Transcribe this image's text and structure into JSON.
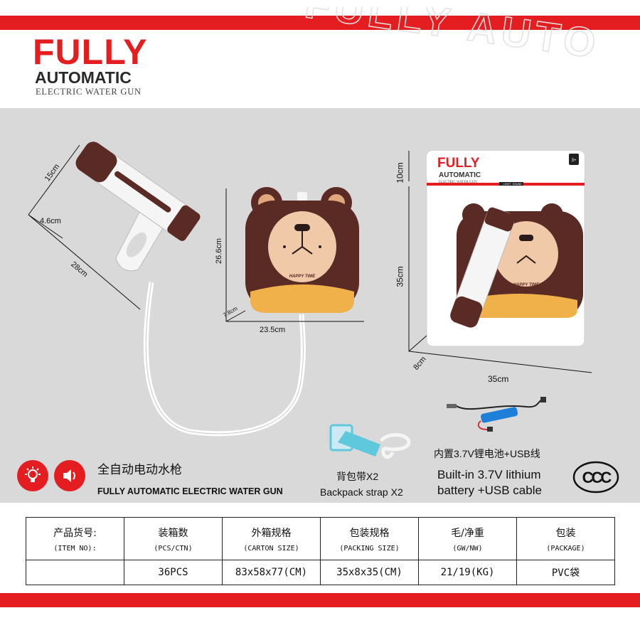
{
  "brand": {
    "line1": "FULLY",
    "line2": "AUTOMATIC",
    "line3": "ELECTRIC WATER GUN",
    "watermark": "FULLY AUTOMATIC"
  },
  "colors": {
    "accent": "#e41e20",
    "stage": "#d9d9d9",
    "bear_brown": "#5a2a24",
    "bear_face": "#f0c9a8",
    "strap_blue": "#5fc8dd"
  },
  "gun_dimensions": {
    "height": "15cm",
    "width": "4.6cm",
    "length": "28cm"
  },
  "backpack_dimensions": {
    "height": "26.6cm",
    "depth": "7.8cm",
    "width": "23.5cm"
  },
  "bear_caption": "HAPPY TIME",
  "package": {
    "card_line1": "FULLY",
    "card_line2": "AUTOMATIC",
    "card_line3": "ELECTRIC WATER GUN",
    "age_badge": "3+",
    "card_tags": [
      "LIGHT",
      "SOUND"
    ],
    "dim_height": "10cm",
    "dim_full_height": "35cm",
    "dim_depth": "8cm",
    "dim_width": "35cm"
  },
  "features": {
    "icons": [
      "light-bulb-icon",
      "speaker-icon"
    ],
    "title_cn": "全自动电动水枪",
    "title_en": "FULLY AUTOMATIC ELECTRIC WATER GUN"
  },
  "accessories": {
    "strap_cn": "背包带X2",
    "strap_en": "Backpack strap X2",
    "battery_cn": "内置3.7V锂电池+USB线",
    "battery_en_line1": "Built-in 3.7V lithium",
    "battery_en_line2": "battery +USB cable"
  },
  "certification": "CCC",
  "spec_table": {
    "headers": [
      {
        "cn": "产品货号:",
        "en": "(ITEM NO):"
      },
      {
        "cn": "装箱数",
        "en": "(PCS/CTN)"
      },
      {
        "cn": "外箱规格",
        "en": "(CARTON SIZE)"
      },
      {
        "cn": "包装规格",
        "en": "(PACKING SIZE)"
      },
      {
        "cn": "毛/净重",
        "en": "(GW/NW)"
      },
      {
        "cn": "包装",
        "en": "(PACKAGE)"
      }
    ],
    "values": [
      "",
      "36PCS",
      "83x58x77(CM)",
      "35x8x35(CM)",
      "21/19(KG)",
      "PVC袋"
    ]
  }
}
